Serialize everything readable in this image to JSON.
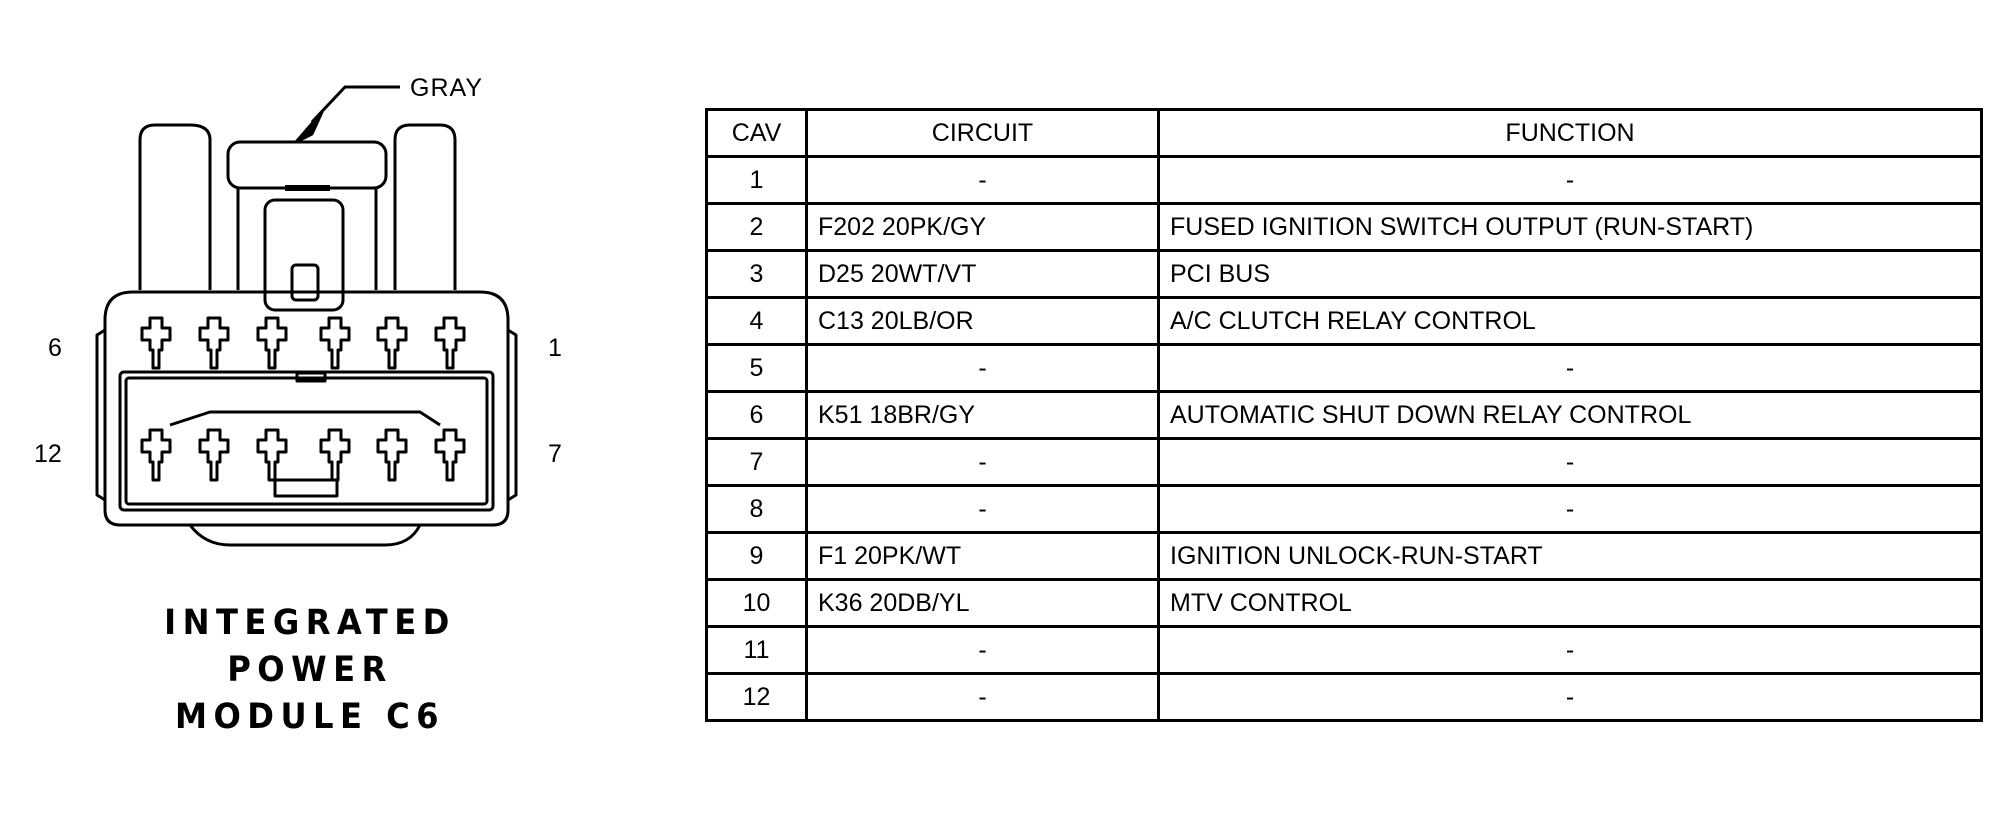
{
  "connector": {
    "wire_color_label": "GRAY",
    "pin_labels": {
      "top_left": "6",
      "top_right": "1",
      "bottom_left": "12",
      "bottom_right": "7"
    },
    "title_lines": [
      "INTEGRATED",
      "POWER",
      "MODULE C6"
    ]
  },
  "table": {
    "headers": [
      "CAV",
      "CIRCUIT",
      "FUNCTION"
    ],
    "rows": [
      {
        "cav": "1",
        "circuit": "-",
        "function": "-"
      },
      {
        "cav": "2",
        "circuit": "F202 20PK/GY",
        "function": "FUSED IGNITION SWITCH OUTPUT (RUN-START)"
      },
      {
        "cav": "3",
        "circuit": "D25 20WT/VT",
        "function": "PCI BUS"
      },
      {
        "cav": "4",
        "circuit": "C13 20LB/OR",
        "function": "A/C CLUTCH RELAY CONTROL"
      },
      {
        "cav": "5",
        "circuit": "-",
        "function": "-"
      },
      {
        "cav": "6",
        "circuit": "K51 18BR/GY",
        "function": "AUTOMATIC SHUT DOWN RELAY CONTROL"
      },
      {
        "cav": "7",
        "circuit": "-",
        "function": "-"
      },
      {
        "cav": "8",
        "circuit": "-",
        "function": "-"
      },
      {
        "cav": "9",
        "circuit": "F1 20PK/WT",
        "function": "IGNITION UNLOCK-RUN-START"
      },
      {
        "cav": "10",
        "circuit": "K36 20DB/YL",
        "function": "MTV CONTROL"
      },
      {
        "cav": "11",
        "circuit": "-",
        "function": "-"
      },
      {
        "cav": "12",
        "circuit": "-",
        "function": "-"
      }
    ]
  }
}
